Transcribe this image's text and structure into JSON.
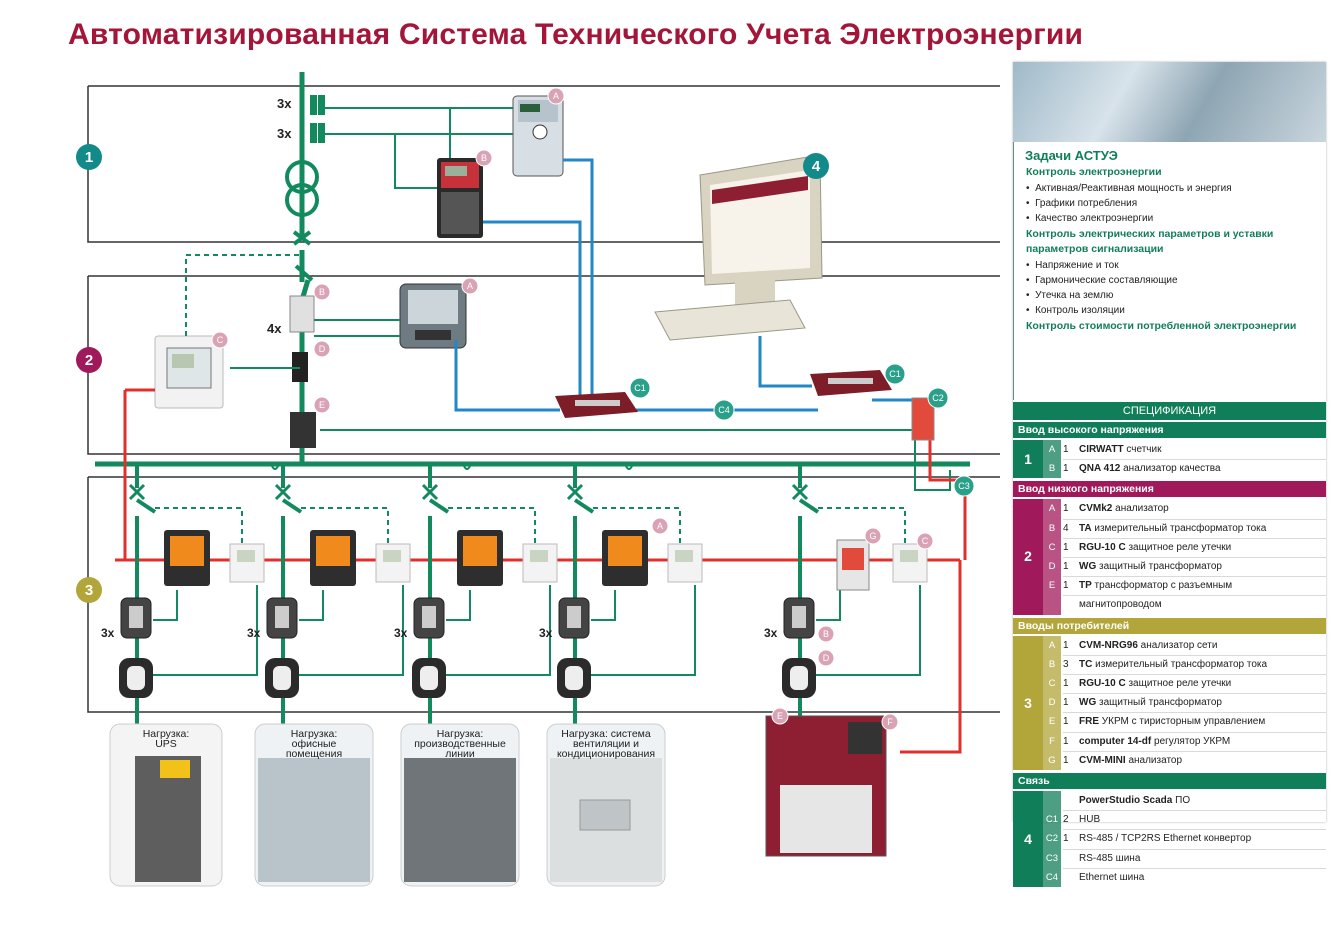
{
  "title": "Автоматизированная Система Технического Учета Электроэнергии",
  "diagram": {
    "markers": {
      "m1": "1",
      "m2": "2",
      "m3": "3",
      "m4": "4"
    },
    "badges": {
      "A": "A",
      "B": "B",
      "C": "C",
      "D": "D",
      "E": "E",
      "F": "F",
      "G": "G",
      "C1": "C1",
      "C2": "C2",
      "C3": "C3",
      "C4": "C4"
    },
    "multipliers": {
      "x3": "3x",
      "x4": "4x"
    },
    "break_mark": "≈",
    "loads": [
      {
        "l1": "Нагрузка:",
        "l2": "UPS",
        "l3": ""
      },
      {
        "l1": "Нагрузка:",
        "l2": "офисные",
        "l3": "помещения"
      },
      {
        "l1": "Нагрузка:",
        "l2": "производственные",
        "l3": "линии"
      },
      {
        "l1": "Нагрузка: система",
        "l2": "вентиляции и",
        "l3": "кондиционирования"
      }
    ]
  },
  "tasks": {
    "heading": "Задачи АСТУЭ",
    "sub1": "Контроль электроэнергии",
    "items1": [
      "Активная/Реактивная мощность и энергия",
      "Графики потребления",
      "Качество электроэнергии"
    ],
    "sub2a": "Контроль электрических параметров и уставки",
    "sub2b": "параметров сигнализации",
    "items2": [
      "Напряжение и ток",
      "Гармонические составляющие",
      "Утечка на землю",
      "Контроль изоляции"
    ],
    "sub3": "Контроль стоимости потребленной электроэнергии"
  },
  "spec": {
    "header": "СПЕЦИФИКАЦИЯ",
    "sections": [
      {
        "title": "Ввод высокого напряжения",
        "num": "1",
        "color": "#117e5a",
        "rows": [
          {
            "letter": "A",
            "qty": "1",
            "name": "CIRWATT",
            "desc": " счетчик"
          },
          {
            "letter": "B",
            "qty": "1",
            "name": "QNA 412",
            "desc": " анализатор качества"
          }
        ]
      },
      {
        "title": "Ввод низкого напряжения",
        "num": "2",
        "color": "#a0195a",
        "rows": [
          {
            "letter": "A",
            "qty": "1",
            "name": "CVMk2",
            "desc": " анализатор"
          },
          {
            "letter": "B",
            "qty": "4",
            "name": "TA",
            "desc": " измерительный трансформатор тока"
          },
          {
            "letter": "C",
            "qty": "1",
            "name": "RGU-10 C",
            "desc": " защитное реле утечки"
          },
          {
            "letter": "D",
            "qty": "1",
            "name": "WG",
            "desc": " защитный трансформатор"
          },
          {
            "letter": "E",
            "qty": "1",
            "name": "TP",
            "desc": " трансформатор с разъемным"
          },
          {
            "letter": "",
            "qty": "",
            "name": "",
            "desc": "магнитопроводом"
          }
        ]
      },
      {
        "title": "Вводы потребителей",
        "num": "3",
        "color": "#b2a53a",
        "rows": [
          {
            "letter": "A",
            "qty": "1",
            "name": "CVM-NRG96",
            "desc": " анализатор сети"
          },
          {
            "letter": "B",
            "qty": "3",
            "name": "TC",
            "desc": " измерительный трансформатор тока"
          },
          {
            "letter": "C",
            "qty": "1",
            "name": "RGU-10 C",
            "desc": " защитное реле утечки"
          },
          {
            "letter": "D",
            "qty": "1",
            "name": "WG",
            "desc": " защитный трансформатор"
          },
          {
            "letter": "E",
            "qty": "1",
            "name": "FRE",
            "desc": " УКРМ с тиристорным управлением"
          },
          {
            "letter": "F",
            "qty": "1",
            "name": "computer 14-df",
            "desc": " регулятор УКРМ"
          },
          {
            "letter": "G",
            "qty": "1",
            "name": "CVM-MINI",
            "desc": " анализатор"
          }
        ]
      },
      {
        "title": "Связь",
        "num": "4",
        "color": "#117e5a",
        "rows": [
          {
            "letter": "",
            "qty": "",
            "name": "PowerStudio Scada",
            "desc": " ПО"
          },
          {
            "letter": "C1",
            "qty": "2",
            "name": "",
            "desc": "HUB"
          },
          {
            "letter": "C2",
            "qty": "1",
            "name": "",
            "desc": "RS-485 / TCP2RS Ethernet конвертор"
          },
          {
            "letter": "C3",
            "qty": "",
            "name": "",
            "desc": "RS-485 шина"
          },
          {
            "letter": "C4",
            "qty": "",
            "name": "",
            "desc": "Ethernet шина"
          }
        ]
      }
    ]
  },
  "colors": {
    "green": "#138a5e",
    "red": "#e0302e",
    "blue": "#2287c4",
    "maroon": "#a0195a",
    "olive": "#b2a53a",
    "badge": "#d9a3b4",
    "title": "#a3163a"
  }
}
